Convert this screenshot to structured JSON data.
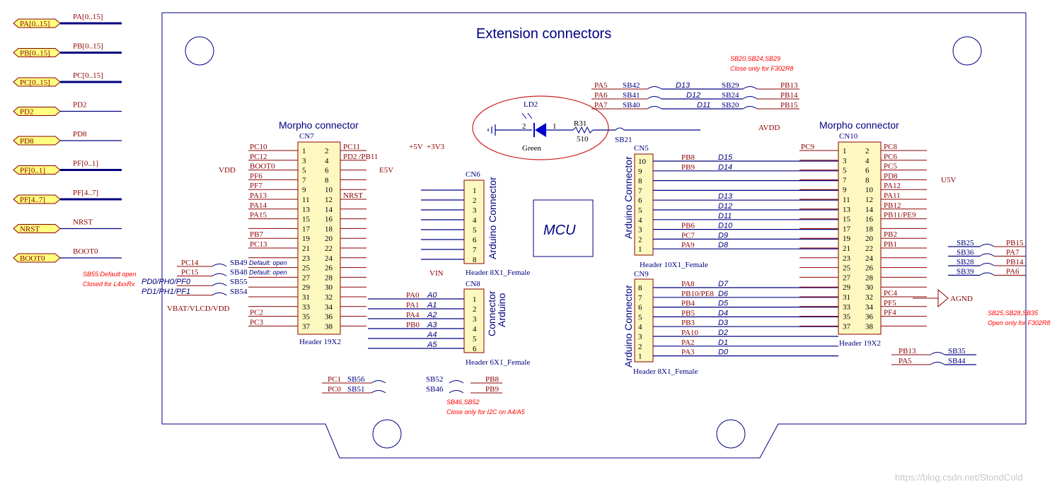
{
  "title": "Extension connectors",
  "mcu_label": "MCU",
  "watermark": "https://blog.csdn.net/StondCold",
  "ports": [
    {
      "name": "PA[0..15]",
      "net": "PA[0..15]",
      "bus": true
    },
    {
      "name": "PB[0..15]",
      "net": "PB[0..15]",
      "bus": true
    },
    {
      "name": "PC[0..15]",
      "net": "PC[0..15]",
      "bus": true
    },
    {
      "name": "PD2",
      "net": "PD2",
      "bus": false
    },
    {
      "name": "PD8",
      "net": "PD8",
      "bus": false
    },
    {
      "name": "PF[0..1]",
      "net": "PF[0..1]",
      "bus": true
    },
    {
      "name": "PF[4..7]",
      "net": "PF[4..7]",
      "bus": true
    },
    {
      "name": "NRST",
      "net": "NRST",
      "bus": false
    },
    {
      "name": "BOOT0",
      "net": "BOOT0",
      "bus": false
    }
  ],
  "cn7": {
    "title": "Morpho connector",
    "ref": "CN7",
    "footer": "Header 19X2",
    "pin_numbers": [
      "1",
      "2",
      "3",
      "4",
      "5",
      "6",
      "7",
      "8",
      "9",
      "10",
      "11",
      "12",
      "13",
      "14",
      "15",
      "16",
      "17",
      "18",
      "19",
      "20",
      "21",
      "22",
      "23",
      "24",
      "25",
      "26",
      "27",
      "28",
      "29",
      "30",
      "31",
      "32",
      "33",
      "34",
      "35",
      "36",
      "37",
      "38"
    ],
    "left": [
      "PC10",
      "PC12",
      "BOOT0",
      "PF6",
      "PF7",
      "PA13",
      "PA14",
      "PA15",
      "",
      "PB7",
      "PC13",
      "",
      "",
      "",
      "",
      "",
      "",
      "PC2",
      "PC3"
    ],
    "right": [
      "PC11",
      "PD2 /PB11",
      "",
      "",
      "",
      "NRST",
      "",
      "",
      "",
      "",
      "",
      "",
      "",
      "",
      "",
      "",
      "",
      "",
      ""
    ],
    "vdd": "VDD",
    "e5v": "E5V"
  },
  "cn7_left_ext": [
    {
      "net": "PC14",
      "sb": "SB49",
      "note": "Default: open"
    },
    {
      "net": "PC15",
      "sb": "SB48",
      "note": "Default: open"
    },
    {
      "net": "PD0/PH0/PF0",
      "sb": "SB55",
      "note": ""
    },
    {
      "net": "PD1/PH1/PF1",
      "sb": "SB54",
      "note": ""
    }
  ],
  "vbat_label": "VBAT/VLCD/VDD",
  "sb55_note": [
    "SB55:Default open",
    "Closed for L4xxRx"
  ],
  "cn6": {
    "title": "Arduino Connector",
    "ref": "CN6",
    "footer": "Header 8X1_Female",
    "pins": [
      "1",
      "2",
      "3",
      "4",
      "5",
      "6",
      "7",
      "8"
    ],
    "supplies": [
      "+5V",
      "+3V3"
    ],
    "vin": "VIN"
  },
  "cn8": {
    "title1": "Arduino",
    "title2": "Connector",
    "ref": "CN8",
    "footer": "Header 6X1_Female",
    "pins": [
      "1",
      "2",
      "3",
      "4",
      "5",
      "6"
    ],
    "nets": [
      {
        "net": "PA0",
        "a": "A0"
      },
      {
        "net": "PA1",
        "a": "A1"
      },
      {
        "net": "PA4",
        "a": "A2"
      },
      {
        "net": "PB0",
        "a": "A3"
      },
      {
        "net": "",
        "a": "A4"
      },
      {
        "net": "",
        "a": "A5"
      }
    ]
  },
  "i2c_sbs": [
    {
      "net": "PC1",
      "sb": "SB56"
    },
    {
      "net": "PC0",
      "sb": "SB51"
    },
    {
      "net": "PB8",
      "sb": "SB52"
    },
    {
      "net": "PB9",
      "sb": "SB46"
    }
  ],
  "i2c_note": [
    "SB46,SB52",
    "Close only for I2C on A4/A5"
  ],
  "led": {
    "ref": "LD2",
    "color": "Green",
    "pin2": "2",
    "pin1": "1",
    "resistor": "R31",
    "value": "510",
    "sb": "SB21"
  },
  "top_sbs": [
    {
      "net": "PA5",
      "sb": "SB42",
      "d": "D13",
      "sb2": "SB29",
      "net2": "PB13"
    },
    {
      "net": "PA6",
      "sb": "SB41",
      "d": "D12",
      "sb2": "SB24",
      "net2": "PB14"
    },
    {
      "net": "PA7",
      "sb": "SB40",
      "d": "D11",
      "sb2": "SB20",
      "net2": "PB15"
    }
  ],
  "top_note": [
    "SB20,SB24,SB29",
    "Close only for F302R8"
  ],
  "cn5": {
    "title": "Arduino Connector",
    "ref": "CN5",
    "footer": "Header 10X1_Female",
    "pins": [
      "10",
      "9",
      "8",
      "7",
      "6",
      "5",
      "4",
      "3",
      "2",
      "1"
    ],
    "nets": [
      {
        "net": "PB8",
        "d": "D15"
      },
      {
        "net": "PB9",
        "d": "D14"
      },
      {
        "net": "",
        "d": ""
      },
      {
        "net": "",
        "d": ""
      },
      {
        "net": "",
        "d": "D13"
      },
      {
        "net": "",
        "d": "D12"
      },
      {
        "net": "",
        "d": "D11"
      },
      {
        "net": "PB6",
        "d": "D10"
      },
      {
        "net": "PC7",
        "d": "D9"
      },
      {
        "net": "PA9",
        "d": "D8"
      }
    ]
  },
  "cn9": {
    "title": "Arduino Connector",
    "ref": "CN9",
    "footer": "Header 8X1_Female",
    "pins": [
      "8",
      "7",
      "6",
      "5",
      "4",
      "3",
      "2",
      "1"
    ],
    "nets": [
      {
        "net": "PA8",
        "d": "D7"
      },
      {
        "net": "PB10/PE8",
        "d": "D6"
      },
      {
        "net": "PB4",
        "d": "D5"
      },
      {
        "net": "PB5",
        "d": "D4"
      },
      {
        "net": "PB3",
        "d": "D3"
      },
      {
        "net": "PA10",
        "d": "D2"
      },
      {
        "net": "PA2",
        "d": "D1"
      },
      {
        "net": "PA3",
        "d": "D0"
      }
    ]
  },
  "avdd": "AVDD",
  "cn10": {
    "title": "Morpho connector",
    "ref": "CN10",
    "footer": "Header 19X2",
    "pin_numbers": [
      "1",
      "2",
      "3",
      "4",
      "5",
      "6",
      "7",
      "8",
      "9",
      "10",
      "11",
      "12",
      "13",
      "14",
      "15",
      "16",
      "17",
      "18",
      "19",
      "20",
      "21",
      "22",
      "23",
      "24",
      "25",
      "26",
      "27",
      "28",
      "29",
      "30",
      "31",
      "32",
      "33",
      "34",
      "35",
      "36",
      "37",
      "38"
    ],
    "left": [
      "PC9",
      "",
      "",
      "",
      "",
      "",
      "",
      "",
      "",
      "",
      "",
      "",
      "",
      "",
      "",
      "",
      "",
      "",
      ""
    ],
    "right": [
      "PC8",
      "PC6",
      "PC5",
      "PD8",
      "PA12",
      "PA11",
      "PB12",
      "PB11/PE9",
      "",
      "PB2",
      "PB1",
      "",
      "",
      "",
      "",
      "PC4",
      "PF5",
      "PF4",
      ""
    ],
    "u5v": "U5V",
    "agnd": "AGND"
  },
  "right_sbs": [
    {
      "sb": "SB25",
      "net": "PB15"
    },
    {
      "sb": "SB36",
      "net": "PA7"
    },
    {
      "sb": "SB28",
      "net": "PB14"
    },
    {
      "sb": "SB39",
      "net": "PA6"
    }
  ],
  "right_note": [
    "SB25,SB28,SB35",
    "Open only for F302R8"
  ],
  "bottom_right_sbs": [
    {
      "net": "PB13",
      "sb": "SB35"
    },
    {
      "net": "PA5",
      "sb": "SB44"
    }
  ]
}
